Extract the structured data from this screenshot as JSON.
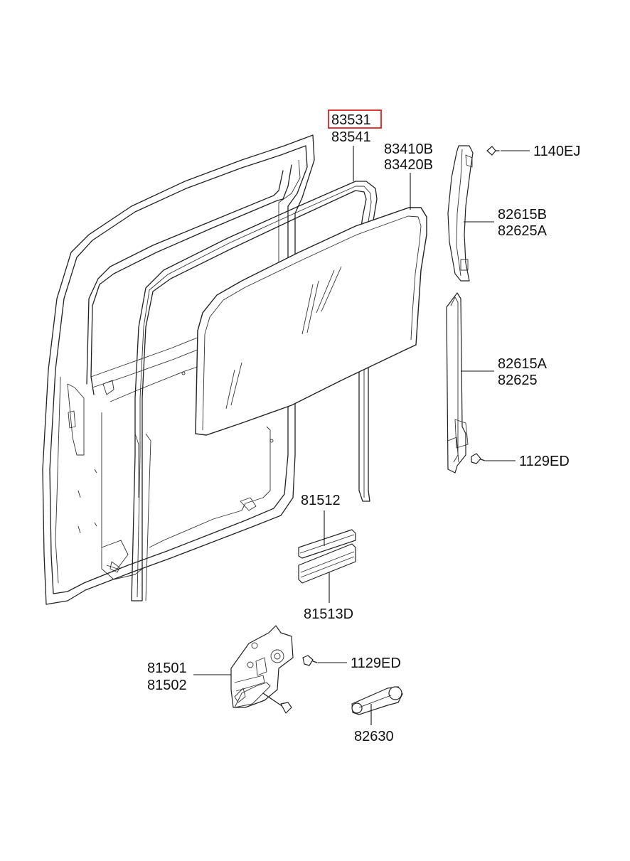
{
  "labels": {
    "p83531": "83531",
    "p83541": "83541",
    "p83410B": "83410B",
    "p83420B": "83420B",
    "p1140EJ": "1140EJ",
    "p82615B": "82615B",
    "p82625A": "82625A",
    "p82615A": "82615A",
    "p82625": "82625",
    "p1129ED_top": "1129ED",
    "p81512": "81512",
    "p81513D": "81513D",
    "p81501": "81501",
    "p81502": "81502",
    "p1129ED_bottom": "1129ED",
    "p82630": "82630"
  },
  "colors": {
    "highlight": "#e02020",
    "line": "#222222"
  },
  "highlighted_part": "83531"
}
